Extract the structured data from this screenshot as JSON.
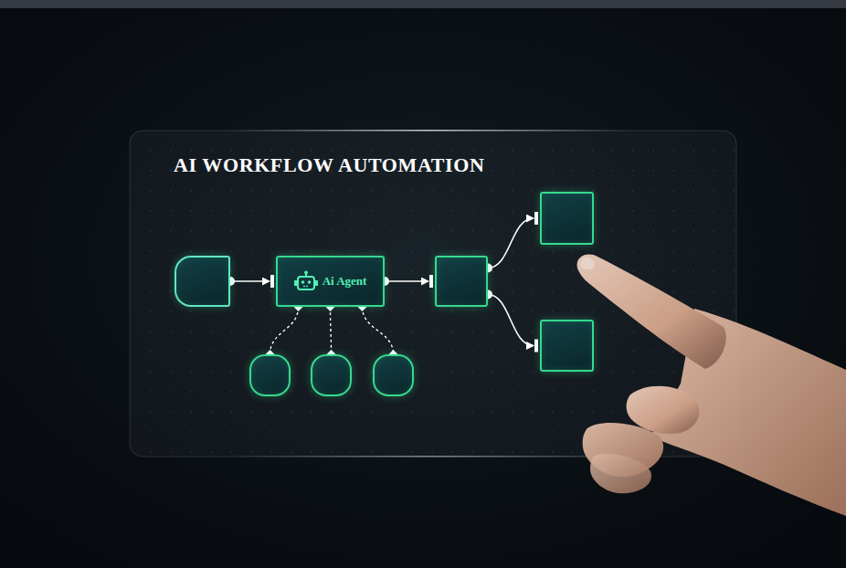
{
  "diagram": {
    "title": "AI WORKFLOW AUTOMATION",
    "nodes": [
      {
        "text": []
      },
      {
        "text": [
          "Ai Agent"
        ]
      },
      {
        "text": []
      },
      {
        "text": []
      },
      {
        "text": []
      },
      {
        "text": []
      },
      {
        "text": []
      },
      {
        "text": []
      }
    ],
    "edges": [
      {
        "from": 0,
        "to": 1,
        "arrow": "to"
      },
      {
        "from": 1,
        "to": 2,
        "arrow": "to"
      },
      {
        "from": 2,
        "to": 3,
        "arrow": "to"
      },
      {
        "from": 2,
        "to": 4,
        "arrow": "to"
      },
      {
        "from": 1,
        "to": 5,
        "arrow": "none"
      },
      {
        "from": 1,
        "to": 6,
        "arrow": "none"
      },
      {
        "from": 1,
        "to": 7,
        "arrow": "none"
      }
    ]
  }
}
